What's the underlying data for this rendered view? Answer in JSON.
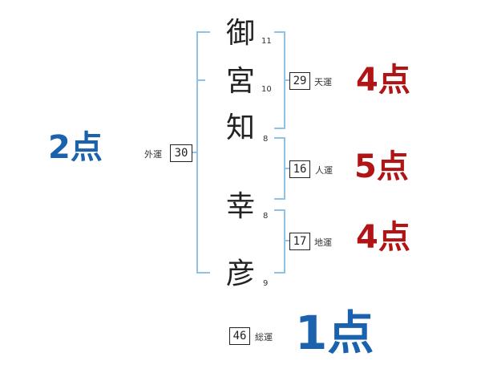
{
  "name": {
    "chars": [
      {
        "kanji": "御",
        "strokes": "11"
      },
      {
        "kanji": "宮",
        "strokes": "10"
      },
      {
        "kanji": "知",
        "strokes": "8"
      },
      {
        "kanji": "幸",
        "strokes": "8"
      },
      {
        "kanji": "彦",
        "strokes": "9"
      }
    ]
  },
  "fortunes": {
    "tenkaku": {
      "value": "29",
      "label": "天運",
      "score": "4点"
    },
    "jinkaku": {
      "value": "16",
      "label": "人運",
      "score": "5点"
    },
    "chikaku": {
      "value": "17",
      "label": "地運",
      "score": "4点"
    },
    "gaikaku": {
      "value": "30",
      "label": "外運",
      "score": "2点"
    },
    "soukaku": {
      "value": "46",
      "label": "総運",
      "score": "1点"
    }
  },
  "colors": {
    "bracket": "#8ec3e6",
    "score_red": "#b01414",
    "score_blue": "#1a62ad"
  }
}
